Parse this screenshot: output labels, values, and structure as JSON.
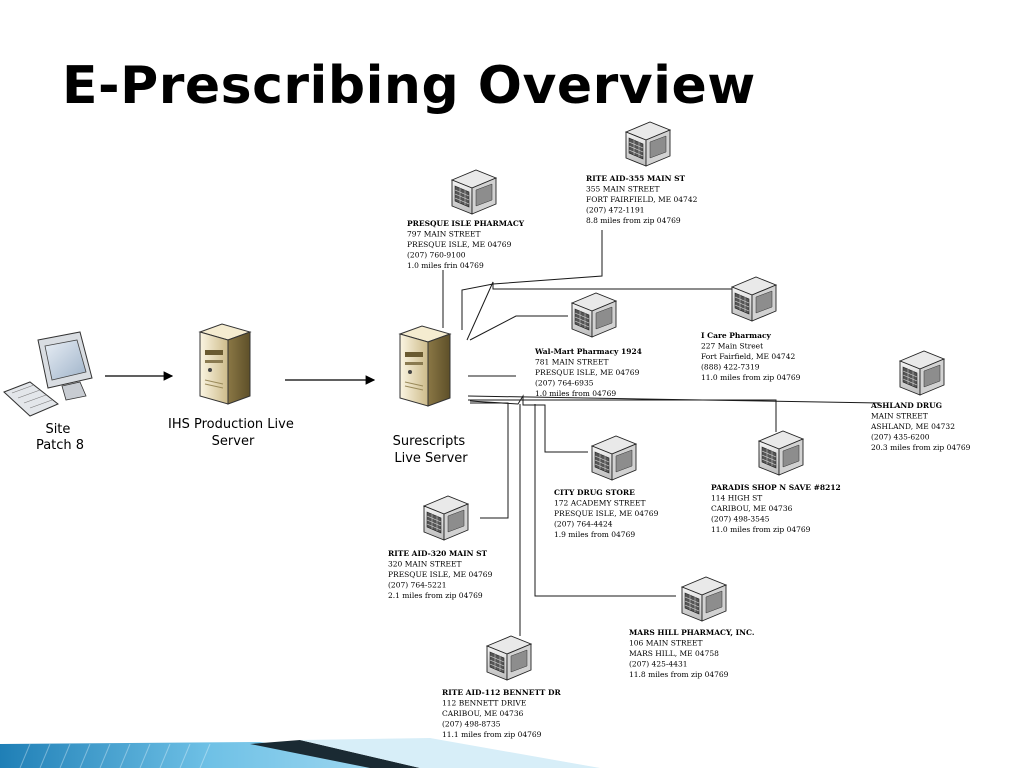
{
  "title": "E-Prescribing Overview",
  "nodes": {
    "site": [
      "Site",
      "Patch 8"
    ],
    "ihs": [
      "IHS Production Live",
      "Server"
    ],
    "surescripts": [
      "Surescripts",
      "Live Server"
    ]
  },
  "pharmacies": [
    {
      "id": "rite-aid-355",
      "lines": [
        "RITE AID-355 MAIN ST",
        "355 MAIN STREET",
        "FORT FAIRFIELD, ME 04742",
        "(207) 472-1191",
        "8.8 miles from zip 04769"
      ]
    },
    {
      "id": "presque-isle",
      "lines": [
        "PRESQUE ISLE PHARMACY",
        "797 MAIN STREET",
        "PRESQUE ISLE, ME 04769",
        "(207) 760-9100",
        "1.0 miles frin 04769"
      ]
    },
    {
      "id": "i-care",
      "lines": [
        "I Care Pharmacy",
        "227 Main Street",
        "Fort Fairfield, ME 04742",
        "(888) 422-7319",
        "11.0 miles from zip 04769"
      ]
    },
    {
      "id": "walmart",
      "lines": [
        "Wal-Mart Pharmacy 1924",
        "781 MAIN STREET",
        "PRESQUE ISLE, ME 04769",
        "(207) 764-6935",
        "1.0 miles from 04769"
      ]
    },
    {
      "id": "ashland",
      "lines": [
        "ASHLAND DRUG",
        "MAIN STREET",
        "ASHLAND, ME 04732",
        "(207) 435-6200",
        "20.3 miles from zip 04769"
      ]
    },
    {
      "id": "paradis",
      "lines": [
        "PARADIS SHOP N SAVE #8212",
        "114 HIGH ST",
        "CARIBOU, ME 04736",
        "(207) 498-3545",
        "11.0 miles from zip 04769"
      ]
    },
    {
      "id": "city-drug",
      "lines": [
        "CITY DRUG STORE",
        "172 ACADEMY STREET",
        "PRESQUE ISLE, ME 04769",
        "(207) 764-4424",
        "1.9 miles from 04769"
      ]
    },
    {
      "id": "rite-aid-320",
      "lines": [
        "RITE AID-320 MAIN ST",
        "320 MAIN STREET",
        "PRESQUE ISLE, ME 04769",
        "(207) 764-5221",
        "2.1 miles from zip 04769"
      ]
    },
    {
      "id": "mars-hill",
      "lines": [
        "MARS HILL PHARMACY, INC.",
        "106 MAIN STREET",
        "MARS HILL, ME 04758",
        "(207) 425-4431",
        "11.8 miles from zip 04769"
      ]
    },
    {
      "id": "rite-aid-112",
      "lines": [
        "RITE AID-112 BENNETT DR",
        "112 BENNETT DRIVE",
        "CARIBOU, ME 04736",
        "(207) 498-8735",
        "11.1 miles from zip 04769"
      ]
    }
  ]
}
